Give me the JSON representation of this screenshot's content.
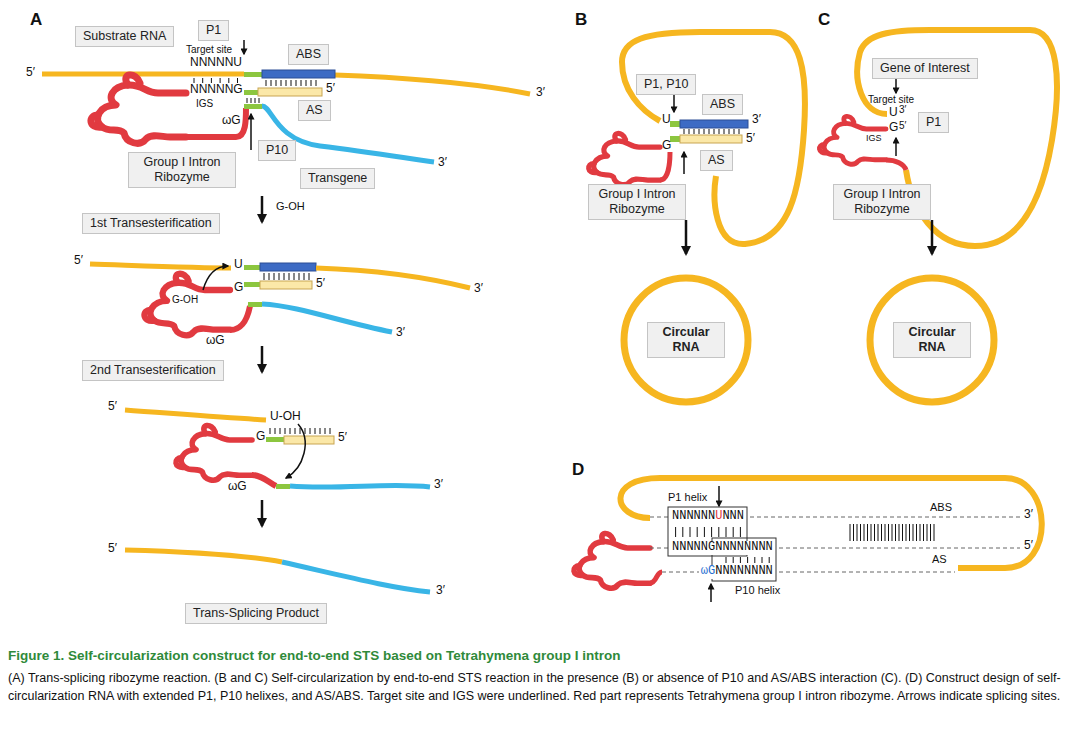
{
  "diagram": {
    "title": "Figure 1. Self-circularization construct for end-to-end STS based on Tetrahymena group I intron",
    "caption": "(A) Trans-splicing ribozyme reaction. (B and C) Self-circularization by end-to-end STS reaction in the presence (B) or absence of P10 and AS/ABS interaction (C). (D) Construct design of self-circularization RNA with extended P1, P10 helixes, and AS/ABS. Target site and IGS were underlined. Red part represents Tetrahymena group I intron ribozyme. Arrows indicate splicing sites.",
    "nodes": [
      {
        "text": [
          "Substrate RNA"
        ]
      },
      {
        "text": [
          "P1"
        ]
      },
      {
        "text": [
          "ABS"
        ]
      },
      {
        "text": [
          "Group I Intron Ribozyme"
        ]
      },
      {
        "text": [
          "AS"
        ]
      },
      {
        "text": [
          "P10"
        ]
      },
      {
        "text": [
          "Transgene"
        ]
      },
      {
        "text": [
          "1st Transesterification"
        ]
      },
      {
        "text": [
          "2nd Transesterification"
        ]
      },
      {
        "text": [
          "Trans-Splicing Product"
        ]
      },
      {
        "text": [
          "P1, P10"
        ]
      },
      {
        "text": [
          "ABS"
        ]
      },
      {
        "text": [
          "AS"
        ]
      },
      {
        "text": [
          "Group I Intron Ribozyme"
        ]
      },
      {
        "text": [
          "Circular RNA"
        ]
      },
      {
        "text": [
          "Gene of Interest"
        ]
      },
      {
        "text": [
          "P1"
        ]
      },
      {
        "text": [
          "Group I Intron Ribozyme"
        ]
      },
      {
        "text": [
          "Circular RNA"
        ]
      }
    ],
    "labels": [
      "A",
      "Target site",
      "NNNNNU",
      "5′",
      "3′",
      "NNNNNG",
      "IGS",
      "5′",
      "ωG",
      "3′",
      "G-OH",
      "5′",
      "U",
      "3′",
      "G",
      "G-OH",
      "5′",
      "ωG",
      "3′",
      "5′",
      "U-OH",
      "G",
      "5′",
      "ωG",
      "3′",
      "5′",
      "3′",
      "B",
      "U",
      "G",
      "3′",
      "5′",
      "C",
      "Target site",
      "U",
      "3′",
      "G",
      "5′",
      "IGS",
      "D",
      "P1 helix",
      "NNNNNN",
      "U",
      "NNN",
      "NNNNNGNNNNNNNN",
      "ωG",
      "NNNNNNNN",
      "P10 helix",
      "ABS",
      "3′",
      "5′",
      "AS"
    ]
  }
}
